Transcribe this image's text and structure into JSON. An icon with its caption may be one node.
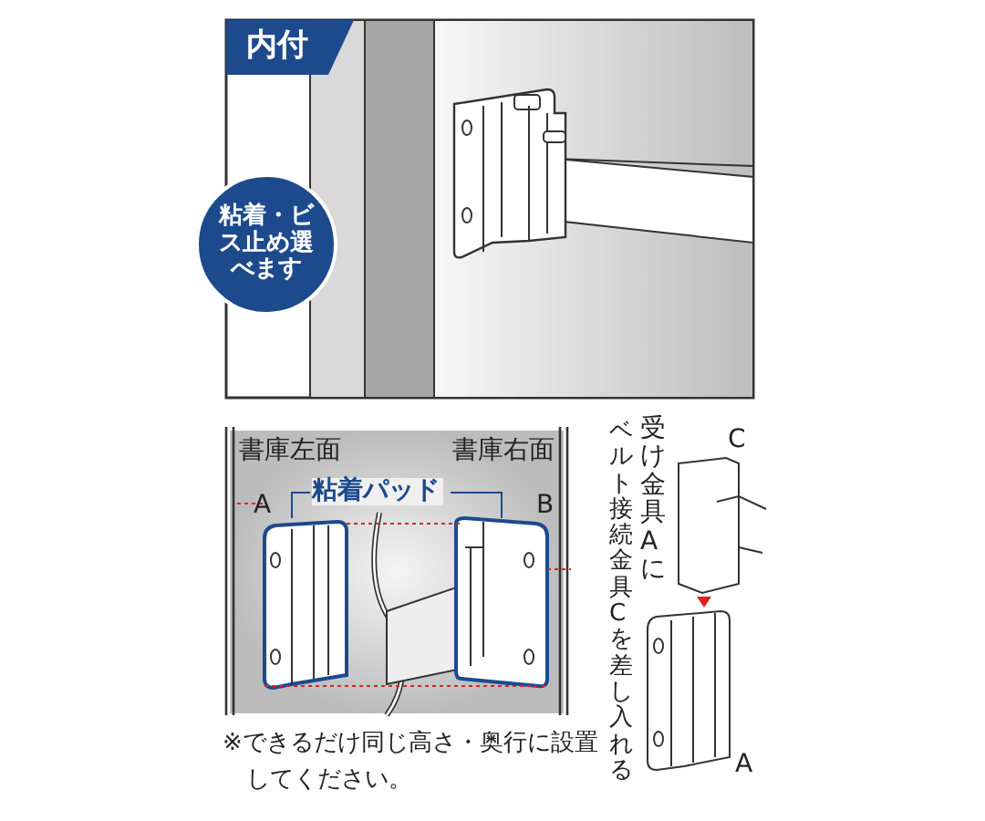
{
  "diagram": {
    "nodes": [
      {
        "text": [
          "内付"
        ]
      },
      {
        "text": [
          "粘着・ビス止め選べます"
        ]
      }
    ],
    "labels": [
      "書庫左面",
      "書庫右面",
      "粘着パッド",
      "A",
      "B",
      "受け金具Aに",
      "ベルト接続金具Cを差し入れる",
      "C",
      "A",
      "※できるだけ同じ高さ・奥行に設置してください。"
    ]
  }
}
